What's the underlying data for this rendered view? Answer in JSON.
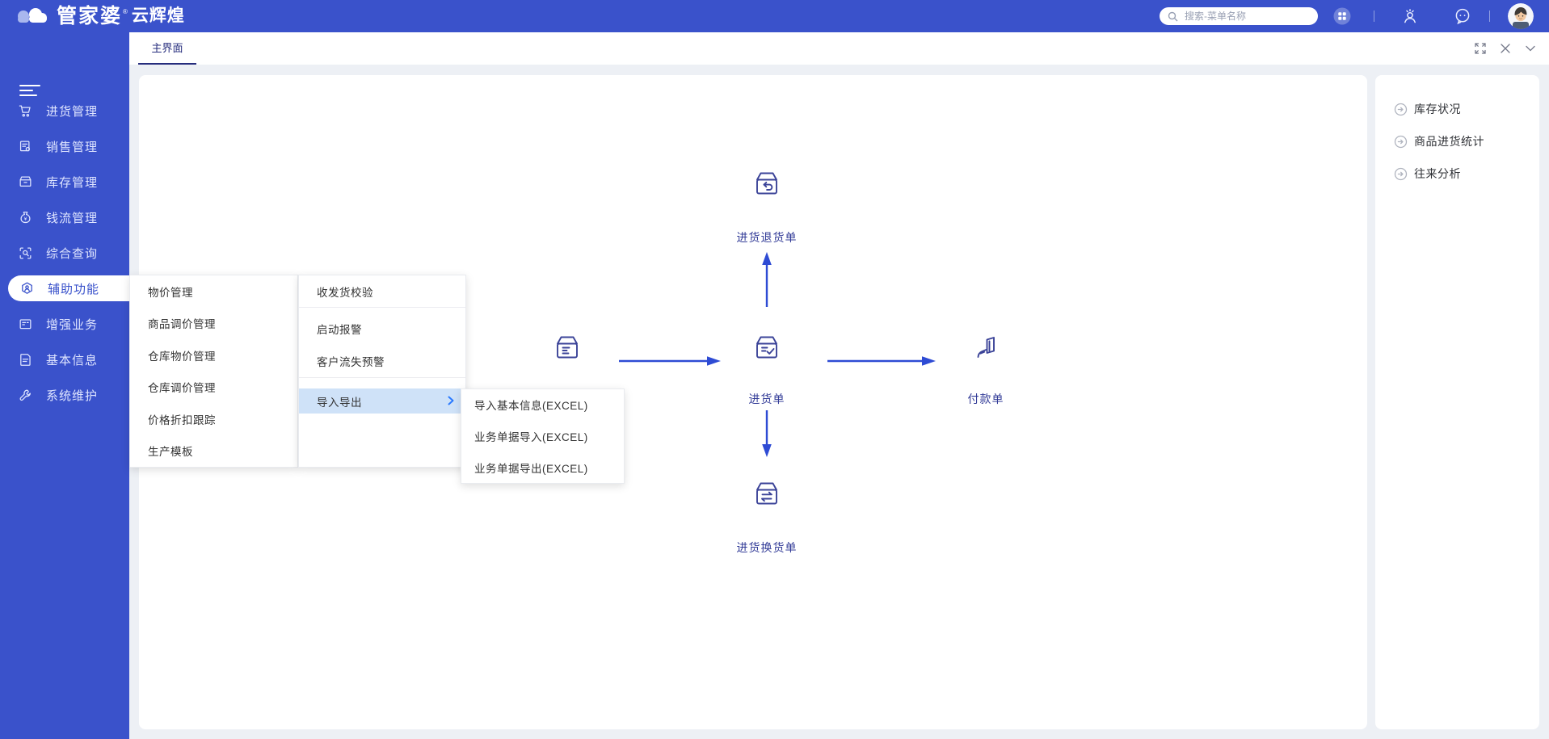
{
  "header": {
    "brand": "管家婆",
    "brand_suffix": "云辉煌",
    "registered_mark": "®",
    "search_placeholder": "搜索-菜单名称"
  },
  "tabbar": {
    "active_tab": "主界面"
  },
  "sidebar": {
    "items": [
      {
        "label": "进货管理",
        "icon": "cart-icon"
      },
      {
        "label": "销售管理",
        "icon": "receipt-icon"
      },
      {
        "label": "库存管理",
        "icon": "box-icon"
      },
      {
        "label": "钱流管理",
        "icon": "moneybag-icon"
      },
      {
        "label": "综合查询",
        "icon": "search-scan-icon"
      },
      {
        "label": "辅助功能",
        "icon": "hexagon-person-icon",
        "selected": true
      },
      {
        "label": "增强业务",
        "icon": "card-icon"
      },
      {
        "label": "基本信息",
        "icon": "document-icon"
      },
      {
        "label": "系统维护",
        "icon": "wrench-icon"
      }
    ]
  },
  "menus": {
    "level1": {
      "items": [
        {
          "label": "物价管理"
        },
        {
          "label": "商品调价管理"
        },
        {
          "label": "仓库物价管理"
        },
        {
          "label": "仓库调价管理"
        },
        {
          "label": "价格折扣跟踪"
        },
        {
          "label": "生产模板"
        }
      ]
    },
    "level2": {
      "items": [
        {
          "label": "收发货校验"
        },
        {
          "label": "启动报警"
        },
        {
          "label": "客户流失预警"
        },
        {
          "label": "导入导出",
          "highlighted": true,
          "has_submenu": true
        }
      ]
    },
    "level3": {
      "items": [
        {
          "label": "导入基本信息(EXCEL)"
        },
        {
          "label": "业务单据导入(EXCEL)"
        },
        {
          "label": "业务单据导出(EXCEL)"
        }
      ]
    }
  },
  "diagram": {
    "nodes": {
      "purchase_return": {
        "label": "进货退货单"
      },
      "order": {
        "label": ""
      },
      "purchase": {
        "label": "进货单"
      },
      "payment": {
        "label": "付款单"
      },
      "purchase_exchange": {
        "label": "进货换货单"
      }
    }
  },
  "right_panel": {
    "items": [
      {
        "label": "库存状况"
      },
      {
        "label": "商品进货统计"
      },
      {
        "label": "往来分析"
      }
    ]
  },
  "colors": {
    "primary_blue": "#3a52cb",
    "tab_active_navy": "#262d7d",
    "diagram_arrow_blue": "#2e4bd4",
    "diagram_text_navy": "#323b97",
    "menu_highlight_blue": "#cfe2f8",
    "menu_chevron_blue": "#2979ff"
  }
}
